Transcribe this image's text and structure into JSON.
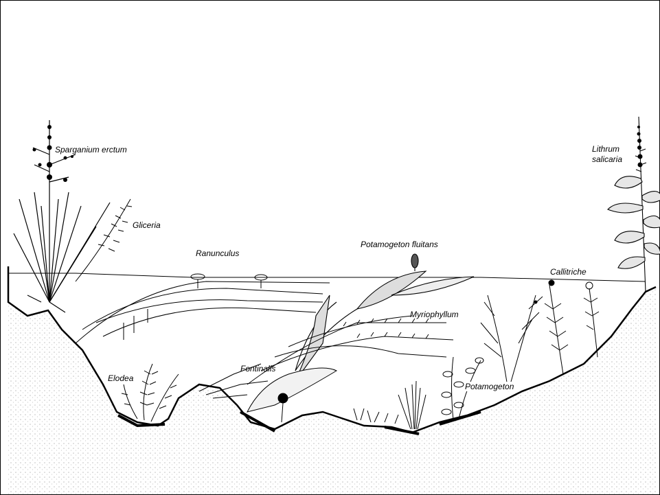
{
  "labels": {
    "sparganium": "Sparganium erctum",
    "gliceria": "Gliceria",
    "ranunculus": "Ranunculus",
    "potamogeton_fluitans": "Potamogeton fluitans",
    "lithrum_line1": "Lithrum",
    "lithrum_line2": "salicaria",
    "callitriche": "Callitriche",
    "myriophyllum": "Myriophyllum",
    "fontinalis": "Fontinalis",
    "elodea": "Elodea",
    "potamogeton": "Potamogeton"
  },
  "colors": {
    "ink": "#000000",
    "background": "#ffffff",
    "sediment": "#555555"
  }
}
